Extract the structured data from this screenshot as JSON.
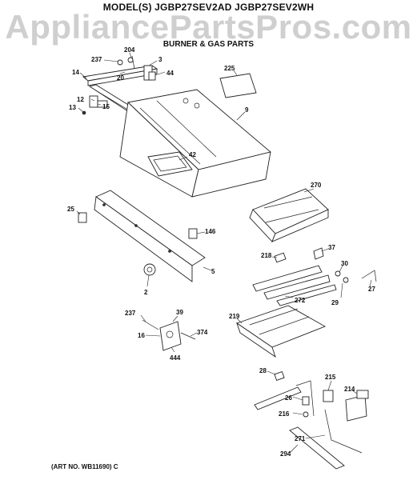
{
  "header": {
    "model_line": "MODEL(S) JGBP27SEV2AD JGBP27SEV2WH",
    "watermark": "AppliancePartsPros.com",
    "section": "BURNER & GAS PARTS"
  },
  "footer": {
    "art_no": "(ART NO. WB11690) C"
  },
  "callouts": {
    "c237a": "237",
    "c204": "204",
    "c3": "3",
    "c44": "44",
    "c14": "14",
    "c20": "20",
    "c12": "12",
    "c13": "13",
    "c15": "15",
    "c225": "225",
    "c9": "9",
    "c42": "42",
    "c270": "270",
    "c25": "25",
    "c146": "146",
    "c37": "37",
    "c218": "218",
    "c30": "30",
    "c5": "5",
    "c2": "2",
    "c272": "272",
    "c29": "29",
    "c27": "27",
    "c237b": "237",
    "c39": "39",
    "c16": "16",
    "c374": "374",
    "c444": "444",
    "c219": "219",
    "c28": "28",
    "c215": "215",
    "c214": "214",
    "c26": "26",
    "c216": "216",
    "c271": "271",
    "c294": "294"
  }
}
